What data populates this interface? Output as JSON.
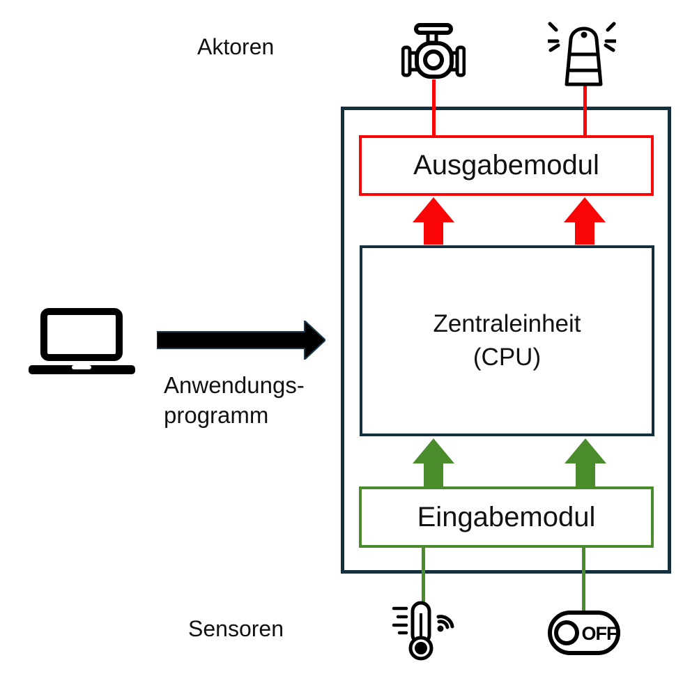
{
  "colors": {
    "arrow_red": "#f90505",
    "arrow_green": "#4a8c2b",
    "frame_dark": "#14303f",
    "icon_black": "#000000"
  },
  "labels": {
    "aktoren": "Aktoren",
    "sensoren": "Sensoren",
    "anwendungsprogramm": {
      "line1": "Anwendungs-",
      "line2": "programm"
    }
  },
  "plc": {
    "output_module": "Ausgabemodul",
    "cpu": {
      "line1": "Zentraleinheit",
      "line2": "(CPU)"
    },
    "input_module": "Eingabemodul"
  },
  "icons": {
    "laptop": "laptop-icon",
    "program_arrow": "right-arrow-icon",
    "valve": "valve-icon",
    "beacon": "signal-beacon-icon",
    "thermometer": "wireless-thermometer-icon",
    "switch": "off-toggle-icon"
  },
  "switch": {
    "state_label": "OFF"
  }
}
